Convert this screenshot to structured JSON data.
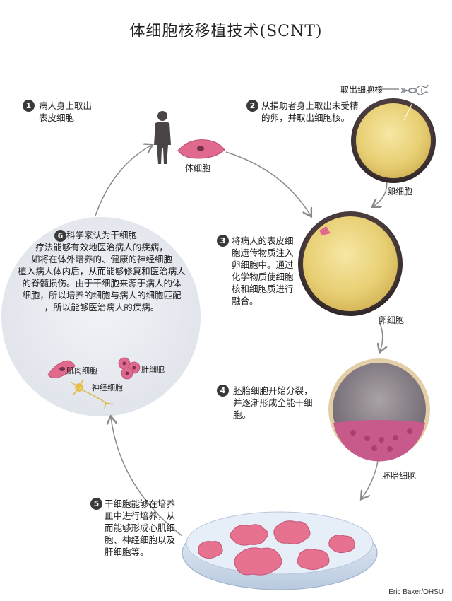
{
  "title": "体细胞核移植技术(SCNT)",
  "credit": "Eric Baker/OHSU",
  "steps": [
    {
      "number": "1",
      "text": "病人身上取出\n表皮细胞"
    },
    {
      "number": "2",
      "text": "从捐助者身上取出未受精\n的卵，并取出细胞核。"
    },
    {
      "number": "3",
      "text": "将病人的表皮细\n胞遗传物质注入\n卵细胞中。通过\n化学物质使细胞\n核和细胞质进行\n融合。"
    },
    {
      "number": "4",
      "text": "胚胎细胞开始分裂，\n并逐渐形成全能干细\n胞。"
    },
    {
      "number": "5",
      "text": "干细胞能够在培养\n皿中进行培养，从\n而能够形成心肌细\n胞、神经细胞以及\n肝细胞等。"
    },
    {
      "number": "6",
      "text": "科学家认为干细胞\n疗法能够有效地医治病人的疾病，\n如将在体外培养的、健康的神经细胞\n植入病人体内后，从而能够修复和医治病人\n的脊髓损伤。由于干细胞来源于病人的体\n细胞，所以培养的细胞与病人的细胞匹配\n，所以能够医治病人的疾病。"
    }
  ],
  "labels": {
    "body_cell": "体细胞",
    "remove_nucleus": "取出细胞核",
    "egg_cell_1": "卵细胞",
    "egg_cell_2": "卵细胞",
    "embryo_cell": "胚胎细胞",
    "muscle_cell": "肌肉细胞",
    "liver_cell": "肝细胞",
    "nerve_cell": "神经细胞"
  },
  "colors": {
    "egg_yellow": "#e9d27a",
    "cell_pink": "#e06a8e",
    "dish_blue": "#d4e0ee",
    "circle_gray": "#e6e9ef",
    "arrow_gray": "#8a8a8a"
  }
}
